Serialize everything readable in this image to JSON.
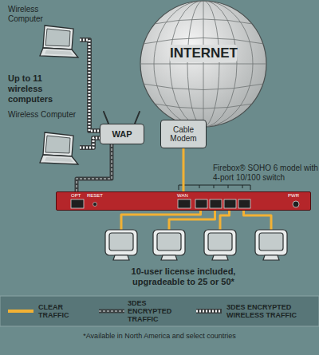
{
  "diagram": {
    "nodes": [
      {
        "text": [
          "INTERNET"
        ]
      },
      {
        "text": [
          "Wireless Computer"
        ]
      },
      {
        "text": [
          "Wireless Computer"
        ]
      },
      {
        "text": [
          "WAP"
        ]
      },
      {
        "text": [
          "Cable Modem"
        ]
      },
      {
        "text": [
          "Firebox® SOHO 6 model with 4-port 10/100 switch",
          "OPT",
          "RESET",
          "WAN",
          "PWR"
        ]
      }
    ],
    "edges": [
      {
        "from": 1,
        "to": 3,
        "arrow": "none"
      },
      {
        "from": 2,
        "to": 3,
        "arrow": "none"
      },
      {
        "from": 3,
        "to": 5,
        "arrow": "none"
      },
      {
        "from": 4,
        "to": 0,
        "arrow": "none"
      },
      {
        "from": 4,
        "to": 5,
        "arrow": "none"
      }
    ],
    "labels": [
      "Up to 11 wireless computers",
      "10-user license included, upgradeable to 25 or 50*",
      "*Available in North America and select countries"
    ],
    "legend": [
      {
        "text": "CLEAR TRAFFIC",
        "color": "#f2b134"
      },
      {
        "text": "3DES ENCRYPTED TRAFFIC"
      },
      {
        "text": "3DES ENCRYPTED WIRELESS TRAFFIC"
      }
    ]
  }
}
